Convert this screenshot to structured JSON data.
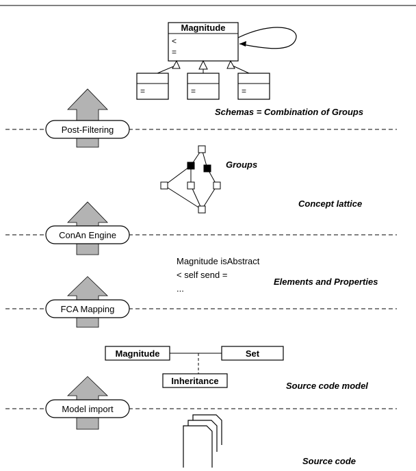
{
  "layers": [
    {
      "label": "Schemas = Combination of Groups"
    },
    {
      "label": "Concept lattice"
    },
    {
      "label": "Elements and Properties"
    },
    {
      "label": "Source code model"
    },
    {
      "label": "Source code"
    }
  ],
  "steps": [
    {
      "label": "Post-Filtering"
    },
    {
      "label": "ConAn Engine"
    },
    {
      "label": "FCA Mapping"
    },
    {
      "label": "Model import"
    }
  ],
  "schema": {
    "class_name": "Magnitude",
    "ops": [
      "<",
      "="
    ],
    "sub_op": "="
  },
  "groups_label": "Groups",
  "properties_text": [
    "Magnitude isAbstract",
    "< self send =",
    "..."
  ],
  "model": {
    "left": "Magnitude",
    "right": "Set",
    "relation": "Inheritance"
  }
}
